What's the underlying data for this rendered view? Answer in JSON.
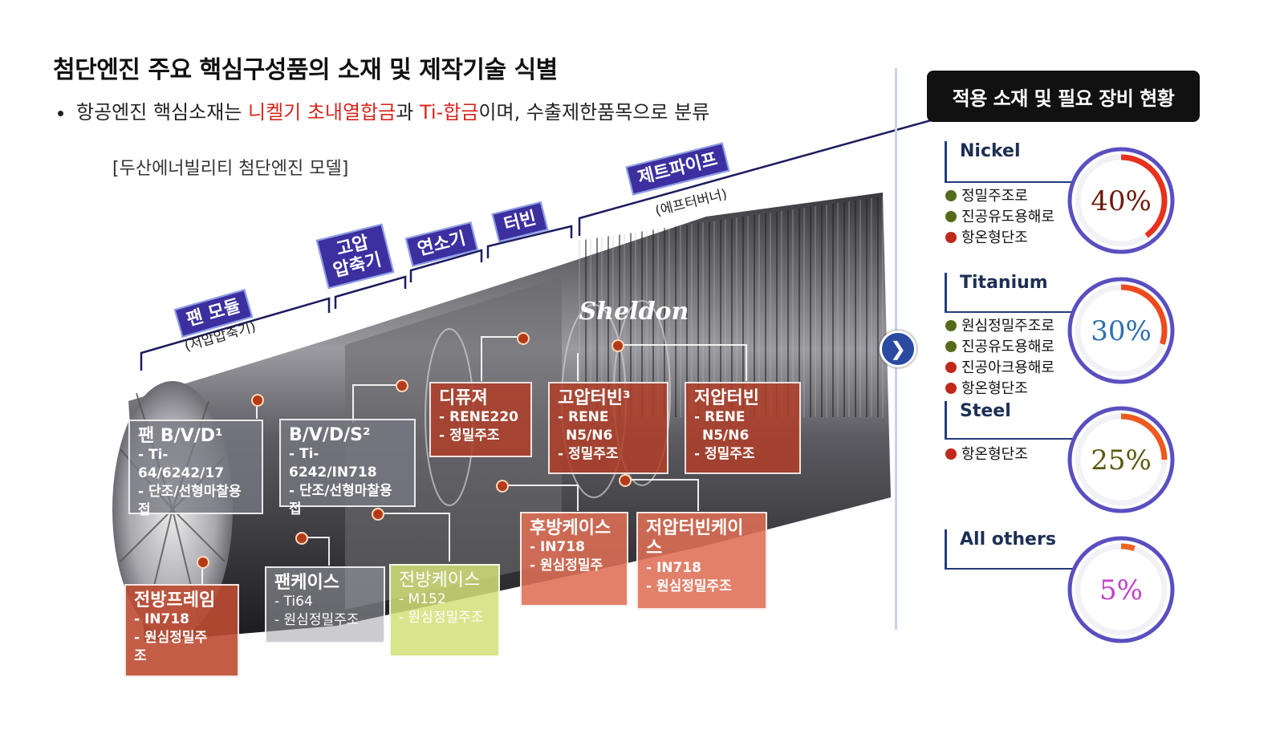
{
  "header": {
    "title": "첨단엔진 주요 핵심구성품의 소재 및 제작기술 식별",
    "bullet_prefix": "항공엔진 핵심소재는 ",
    "bullet_hl1": "니켈기 초내열합금",
    "bullet_mid": "과 ",
    "bullet_hl2": "Ti-합금",
    "bullet_suffix": "이며, 수출제한품목으로 분류",
    "model_label": "[두산에너빌리티 첨단엔진 모델]"
  },
  "engine": {
    "watermark": "Sheldon",
    "sections": [
      {
        "label": "팬 모듈",
        "sub": "(저압압축기)"
      },
      {
        "label": "고압\n압축기",
        "sub": ""
      },
      {
        "label": "연소기",
        "sub": ""
      },
      {
        "label": "터빈",
        "sub": ""
      },
      {
        "label": "제트파이프",
        "sub": "(에프터버너)"
      }
    ],
    "components": [
      {
        "title": "팬 B/V/D¹",
        "lines": [
          "- Ti-64/6242/17",
          "- 단조/선형마찰용",
          "접"
        ]
      },
      {
        "title": "B/V/D/S²",
        "lines": [
          "- Ti-6242/IN718",
          "- 단조/선형마찰용",
          "접"
        ]
      },
      {
        "title": "디퓨져",
        "lines": [
          "- RENE220",
          "- 정밀주조"
        ]
      },
      {
        "title": "고압터빈³",
        "lines": [
          "- RENE",
          "N5/N6",
          "- 정밀주조"
        ]
      },
      {
        "title": "저압터빈",
        "lines": [
          "- RENE",
          "N5/N6",
          "- 정밀주조"
        ]
      },
      {
        "title": "후방케이스",
        "lines": [
          "- IN718",
          "- 원심정밀주"
        ]
      },
      {
        "title": "저압터빈케이스",
        "lines": [
          "- IN718",
          "- 원심정밀주조"
        ]
      },
      {
        "title": "전방프레임",
        "lines": [
          "- IN718",
          "- 원심정밀주",
          "조"
        ]
      },
      {
        "title": "팬케이스",
        "lines": [
          "- Ti64",
          "- 원심정밀주조"
        ]
      },
      {
        "title": "전방케이스",
        "lines": [
          "- M152",
          "- 원심정밀주조"
        ]
      }
    ]
  },
  "panel": {
    "header": "적용 소재 및 필요 장비 현황",
    "nav_icon": "chevron-right-icon",
    "materials": [
      {
        "name": "Nickel",
        "percent": "40%",
        "fraction": 0.4,
        "color": "#6b1b0a",
        "arc_color": "#e8311c",
        "processes": [
          {
            "label": "정밀주조로",
            "dot": "#556b1a"
          },
          {
            "label": "진공유도용해로",
            "dot": "#556b1a"
          },
          {
            "label": "항온형단조",
            "dot": "#c0281b"
          }
        ]
      },
      {
        "name": "Titanium",
        "percent": "30%",
        "fraction": 0.3,
        "color": "#2d6fb0",
        "arc_color": "#ee4a1e",
        "processes": [
          {
            "label": "원심정밀주조로",
            "dot": "#556b1a"
          },
          {
            "label": "진공유도용해로",
            "dot": "#556b1a"
          },
          {
            "label": "진공아크용해로",
            "dot": "#c0281b"
          },
          {
            "label": "항온형단조",
            "dot": "#c0281b"
          }
        ]
      },
      {
        "name": "Steel",
        "percent": "25%",
        "fraction": 0.25,
        "color": "#5a5a10",
        "arc_color": "#ee5a1e",
        "processes": [
          {
            "label": "항온형단조",
            "dot": "#c0281b"
          }
        ]
      },
      {
        "name": "All others",
        "percent": "5%",
        "fraction": 0.05,
        "color": "#c040c8",
        "arc_color": "#f06020",
        "processes": []
      }
    ]
  }
}
